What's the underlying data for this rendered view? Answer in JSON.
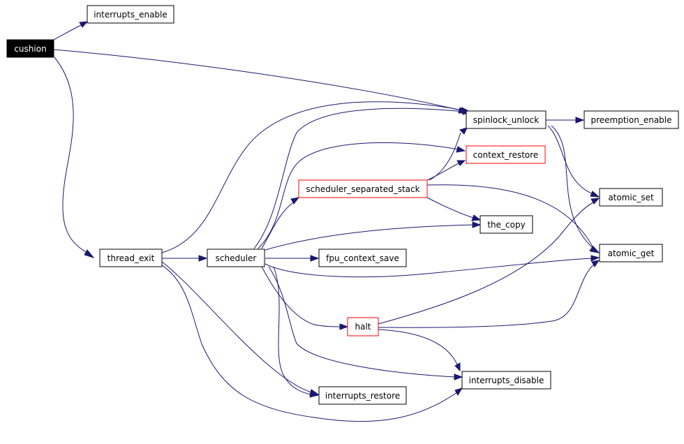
{
  "colors": {
    "edge": "#191970",
    "node_border": "#000000",
    "truncated_node_border": "#ff0000",
    "focus_fill": "#000000",
    "focus_text": "#ffffff"
  },
  "nodes": {
    "cushion": "cushion",
    "interrupts_enable": "interrupts_enable",
    "thread_exit": "thread_exit",
    "scheduler": "scheduler",
    "spinlock_unlock": "spinlock_unlock",
    "preemption_enable": "preemption_enable",
    "context_restore": "context_restore",
    "scheduler_separated_stack": "scheduler_separated_stack",
    "atomic_set": "atomic_set",
    "the_copy": "the_copy",
    "fpu_context_save": "fpu_context_save",
    "atomic_get": "atomic_get",
    "halt": "halt",
    "interrupts_disable": "interrupts_disable",
    "interrupts_restore": "interrupts_restore"
  },
  "edges": [
    [
      "cushion",
      "interrupts_enable"
    ],
    [
      "cushion",
      "spinlock_unlock"
    ],
    [
      "cushion",
      "thread_exit"
    ],
    [
      "thread_exit",
      "scheduler"
    ],
    [
      "thread_exit",
      "spinlock_unlock"
    ],
    [
      "thread_exit",
      "interrupts_restore"
    ],
    [
      "thread_exit",
      "interrupts_disable"
    ],
    [
      "scheduler",
      "spinlock_unlock"
    ],
    [
      "scheduler",
      "context_restore"
    ],
    [
      "scheduler",
      "scheduler_separated_stack"
    ],
    [
      "scheduler",
      "the_copy"
    ],
    [
      "scheduler",
      "fpu_context_save"
    ],
    [
      "scheduler",
      "atomic_get"
    ],
    [
      "scheduler",
      "halt"
    ],
    [
      "scheduler",
      "interrupts_disable"
    ],
    [
      "scheduler",
      "interrupts_restore"
    ],
    [
      "scheduler_separated_stack",
      "spinlock_unlock"
    ],
    [
      "scheduler_separated_stack",
      "context_restore"
    ],
    [
      "scheduler_separated_stack",
      "the_copy"
    ],
    [
      "scheduler_separated_stack",
      "atomic_get"
    ],
    [
      "spinlock_unlock",
      "preemption_enable"
    ],
    [
      "spinlock_unlock",
      "atomic_set"
    ],
    [
      "spinlock_unlock",
      "atomic_get"
    ],
    [
      "halt",
      "atomic_set"
    ],
    [
      "halt",
      "atomic_get"
    ],
    [
      "halt",
      "interrupts_disable"
    ]
  ]
}
